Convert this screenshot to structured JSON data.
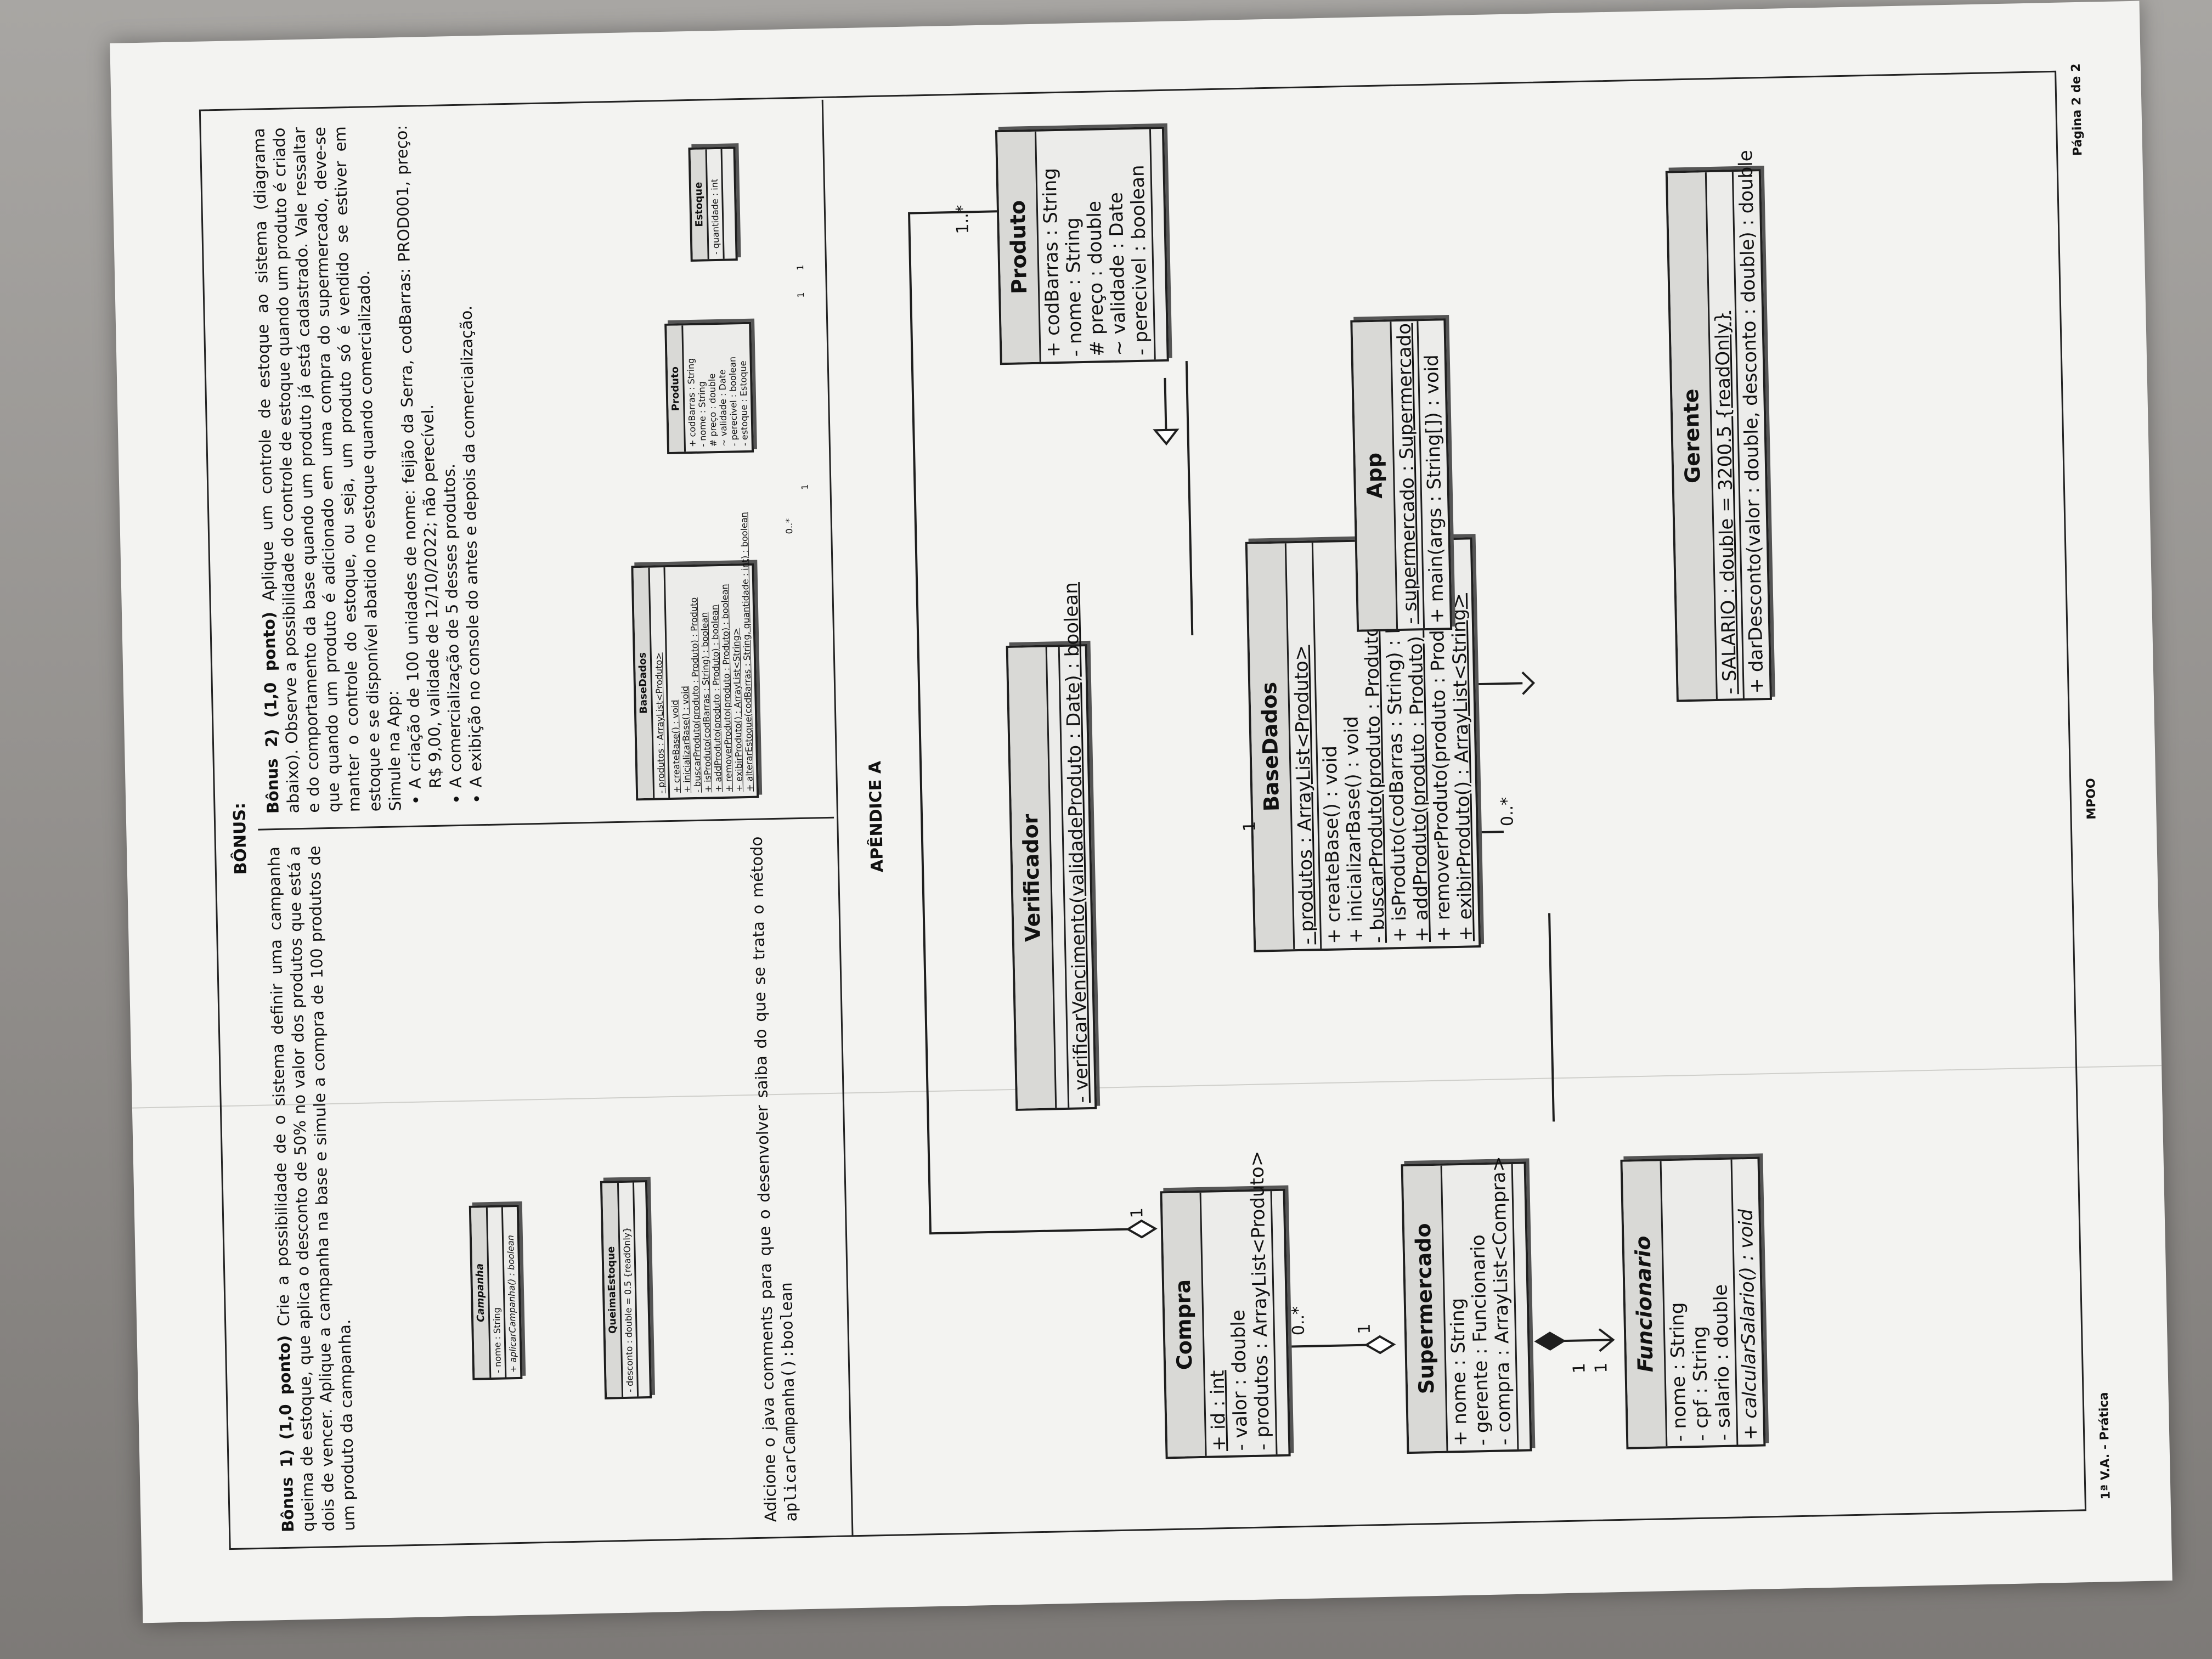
{
  "page": {
    "section_title": "BÔNUS:",
    "bonus1": {
      "heading": "Bônus 1) (1,0 ponto)",
      "text": "Crie a possibilidade de o sistema definir uma campanha queima de estoque, que aplica o desconto de 50% no valor dos produtos que está a dois de vencer. Aplique a campanha na base e simule a compra de 100 produtos de um produto da campanha.",
      "note_prefix": "Adicione o java comments para que o desenvolver saiba do que se trata o método",
      "note_method": "aplicarCampanha():boolean"
    },
    "bonus2": {
      "heading": "Bônus 2) (1,0 ponto)",
      "text": "Aplique um controle de estoque ao sistema (diagrama abaixo). Observe a possibilidade do controle de estoque quando um produto é criado e do comportamento da base quando um produto já está cadastrado. Vale ressaltar que quando um produto é adicionado em uma compra do supermercado, deve-se manter o controle do estoque, ou seja, um produto só é vendido se estiver em estoque e se disponível abatido no estoque quando comercializado.",
      "simule": "Simule na App:",
      "bullets": [
        "A criação de 100 unidades de nome: feijão da Serra, codBarras: PROD001, preço: R$ 9,00, validade de 12/10/2022; não perecível.",
        "A comercialização de 5 desses produtos.",
        "A exibição no console do antes e depois da comercialização."
      ]
    },
    "appendix_title": "APÊNDICE A",
    "footer_left": "1ª V.A. - Prática",
    "footer_center": "MPOO",
    "footer_right": "Página 2 de 2"
  },
  "small_diagrams": {
    "campanha": {
      "name": "Campanha",
      "attrs": [
        "- nome : String"
      ],
      "ops": [
        "+ aplicarCampanha() : boolean"
      ]
    },
    "queima": {
      "name": "QueimaEstoque",
      "attrs": [
        "- desconto : double = 0.5 {readOnly}"
      ]
    },
    "basedados": {
      "name": "BaseDados",
      "attrs": [
        "- produtos : ArrayList<Produto>"
      ],
      "ops": [
        "+ createBase() : void",
        "+ inicializarBase() : void",
        "- buscarProduto(produto : Produto) : Produto",
        "+ isProduto(codBarras : String) : boolean",
        "+ addProduto(produto : Produto) : boolean",
        "+ removerProduto(produto : Produto) : boolean",
        "+ exibirProduto() : ArrayList<String>",
        "+ alterarEstoque(codBarras : String, quantidade : int) : boolean"
      ]
    },
    "produto": {
      "name": "Produto",
      "attrs": [
        "+ codBarras : String",
        "- nome : String",
        "# preço : double",
        "~ validade : Date",
        "- perecivel : boolean",
        "- estoque : Estoque"
      ]
    },
    "estoque": {
      "name": "Estoque",
      "attrs": [
        "- quantidade : int"
      ]
    },
    "mult_zero_many": "0..*",
    "mult_one": "1"
  },
  "main_diagram": {
    "compra": {
      "name": "Compra",
      "attrs": [
        "+ id : int",
        "- valor : double",
        "- produtos : ArrayList<Produto>"
      ]
    },
    "supermercado": {
      "name": "Supermercado",
      "attrs": [
        "+ nome : String",
        "- gerente : Funcionario",
        "- compra : ArrayList<Compra>"
      ]
    },
    "funcionario": {
      "name": "Funcionario",
      "attrs": [
        "- nome : String",
        "- cpf : String",
        "- salario : double"
      ],
      "ops": [
        "+ calcularSalario() : void"
      ]
    },
    "verificador": {
      "name": "Verificador",
      "ops": [
        "- verificarVencimento(validadeProduto : Date) : boolean"
      ]
    },
    "basedados": {
      "name": "BaseDados",
      "attrs": [
        "- produtos : ArrayList<Produto>"
      ],
      "ops": [
        "+ createBase() : void",
        "+ inicializarBase() : void",
        "- buscarProduto(produto : Produto) : Produto",
        "+ isProduto(codBarras : String) : boolean",
        "+ addProduto(produto : Produto) : boolean",
        "+ removerProduto(produto : Produto) : boolean",
        "+ exibirProduto() : ArrayList<String>"
      ]
    },
    "app": {
      "name": "App",
      "attrs": [
        "- supermercado : Supermercado"
      ],
      "ops": [
        "+ main(args : String[]) : void"
      ]
    },
    "gerente": {
      "name": "Gerente",
      "attrs": [
        "- SALARIO : double = 3200.5 {readOnly}"
      ],
      "ops": [
        "+ darDesconto(valor : double, desconto : double) : double"
      ]
    },
    "produto": {
      "name": "Produto",
      "attrs": [
        "+ codBarras : String",
        "- nome : String",
        "# preço : double",
        "~ validade : Date",
        "- perecivel : boolean"
      ]
    },
    "mult": {
      "one": "1",
      "zero_many": "0..*",
      "one_many": "1..*"
    }
  }
}
